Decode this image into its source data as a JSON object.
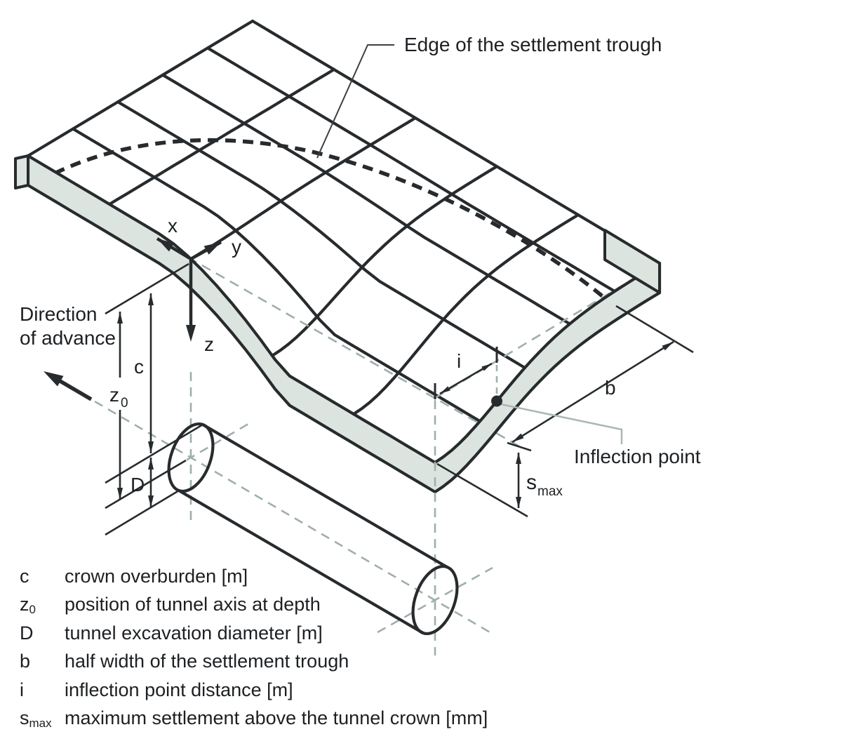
{
  "diagram": {
    "labels": {
      "edge_trough": "Edge of the settlement trough",
      "direction_line1": "Direction",
      "direction_line2": "of advance",
      "inflection": "Inflection point",
      "axis_x": "x",
      "axis_y": "y",
      "axis_z": "z"
    },
    "dims": {
      "c": "c",
      "z0_base": "z",
      "z0_sub": "0",
      "d": "D",
      "b": "b",
      "i": "i",
      "smax_base": "s",
      "smax_sub": "max"
    }
  },
  "legend": {
    "rows": [
      {
        "symbol": "c",
        "sub": "",
        "desc": "crown overburden [m]"
      },
      {
        "symbol": "z",
        "sub": "0",
        "desc": "position of tunnel axis at depth"
      },
      {
        "symbol": "D",
        "sub": "",
        "desc": "tunnel excavation diameter [m]"
      },
      {
        "symbol": "b",
        "sub": "",
        "desc": "half width of the settlement trough"
      },
      {
        "symbol": "i",
        "sub": "",
        "desc": "inflection point distance [m]"
      },
      {
        "symbol": "s",
        "sub": "max",
        "desc": "maximum settlement above the tunnel crown [mm]"
      }
    ]
  },
  "colors": {
    "line": "#272b2e",
    "slab_fill": "#dce4e0",
    "dashed_guide": "#9fafaa",
    "leader_gray": "#aab7b2",
    "text": "#1d2023"
  }
}
